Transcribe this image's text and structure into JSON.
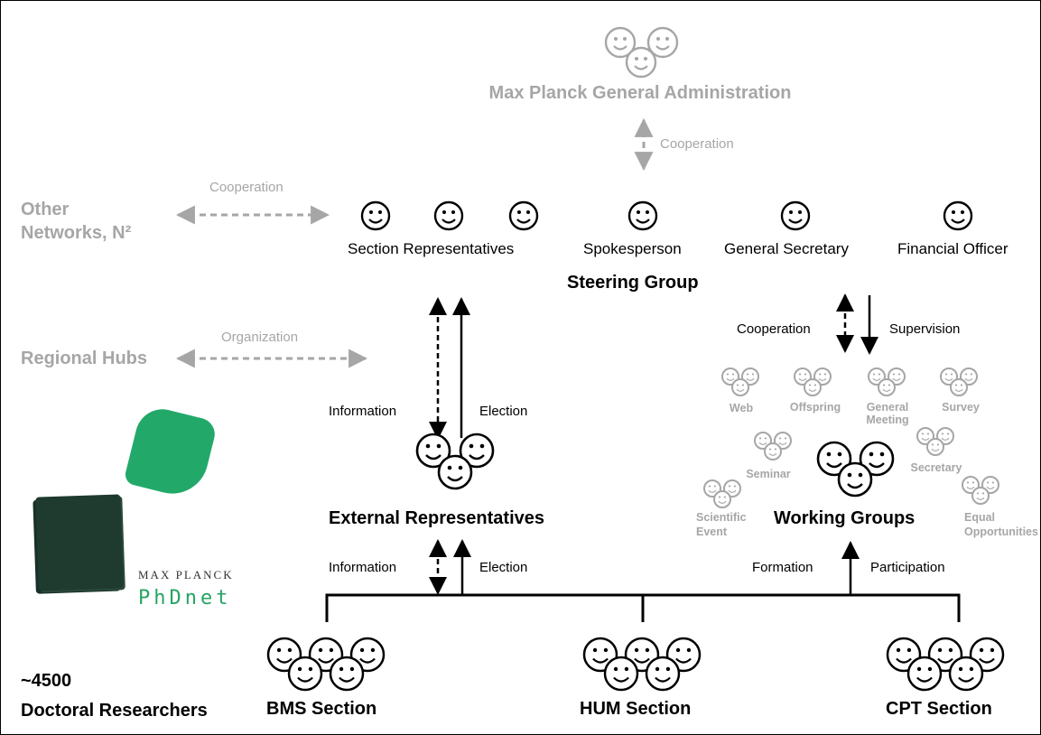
{
  "top": {
    "admin_title": "Max Planck General Administration",
    "admin_coop": "Cooperation"
  },
  "left": {
    "other_networks": "Other\nNetworks, N²",
    "other_coop": "Cooperation",
    "regional_hubs": "Regional Hubs",
    "regional_org": "Organization"
  },
  "steering": {
    "title": "Steering Group",
    "section_reps": "Section Representatives",
    "spokesperson": "Spokesperson",
    "general_secretary": "General Secretary",
    "financial_officer": "Financial Officer"
  },
  "links": {
    "information_upper": "Information",
    "election_upper": "Election",
    "information_lower": "Information",
    "election_lower": "Election",
    "cooperation_wg": "Cooperation",
    "supervision": "Supervision",
    "formation": "Formation",
    "participation": "Participation"
  },
  "external": {
    "title": "External Representatives"
  },
  "working_groups": {
    "title": "Working Groups",
    "items": [
      "Web",
      "Offspring",
      "General\nMeeting",
      "Survey",
      "Seminar",
      "Secretary",
      "Scientific\nEvent",
      "Equal\nOpportunities"
    ]
  },
  "sections": {
    "bms": "BMS Section",
    "hum": "HUM Section",
    "cpt": "CPT Section"
  },
  "researchers": {
    "count": "~4500",
    "label": "Doctoral Researchers"
  },
  "logo": {
    "line1": "MAX PLANCK",
    "line2": "PhDnet"
  },
  "colors": {
    "gray": "#a6a6a6",
    "black": "#000000",
    "logo_green": "#27a462",
    "logo_dark": "#1f3a2e"
  }
}
